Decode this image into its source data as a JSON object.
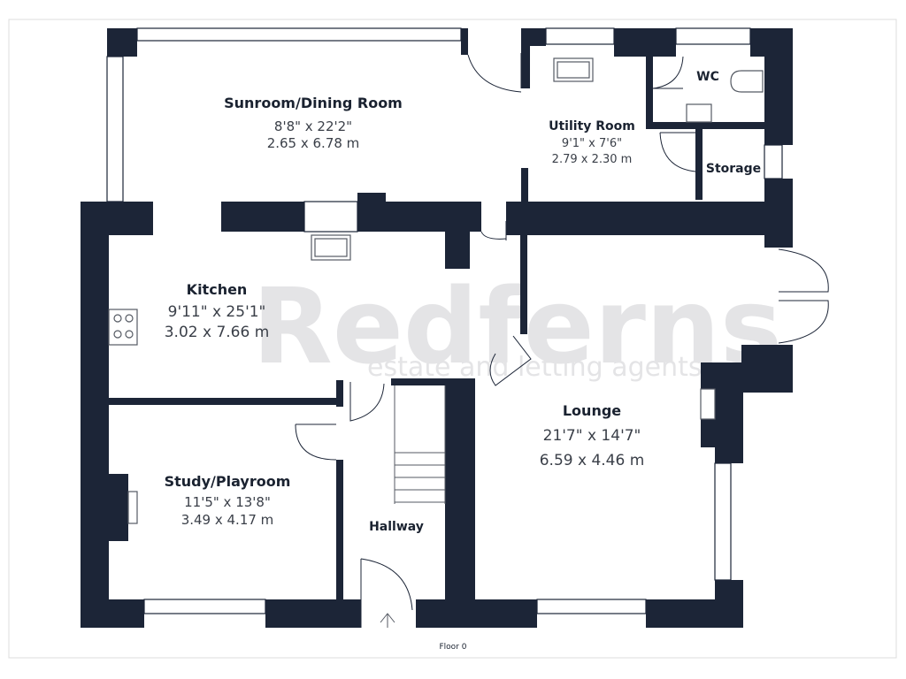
{
  "watermark": {
    "brand": "Redferns",
    "tagline": "estate and letting agents"
  },
  "rooms": {
    "sunroom": {
      "name": "Sunroom/Dining Room",
      "imperial": "8'8\" x 22'2\"",
      "metric": "2.65 x 6.78 m"
    },
    "utility": {
      "name": "Utility Room",
      "imperial": "9'1\" x 7'6\"",
      "metric": "2.79 x 2.30 m"
    },
    "wc": {
      "name": "WC"
    },
    "storage": {
      "name": "Storage"
    },
    "kitchen": {
      "name": "Kitchen",
      "imperial": "9'11\" x 25'1\"",
      "metric": "3.02 x 7.66 m"
    },
    "lounge": {
      "name": "Lounge",
      "imperial": "21'7\" x 14'7\"",
      "metric": "6.59 x 4.46 m"
    },
    "study": {
      "name": "Study/Playroom",
      "imperial": "11'5\" x 13'8\"",
      "metric": "3.49 x 4.17 m"
    },
    "hallway": {
      "name": "Hallway"
    }
  },
  "floor_label": "Floor 0",
  "colors": {
    "wall": "#1c2537",
    "window_frame": "#1c2537",
    "fixture_line": "#555a63",
    "watermark": "#e4e4e6",
    "text": "#1a2230"
  }
}
